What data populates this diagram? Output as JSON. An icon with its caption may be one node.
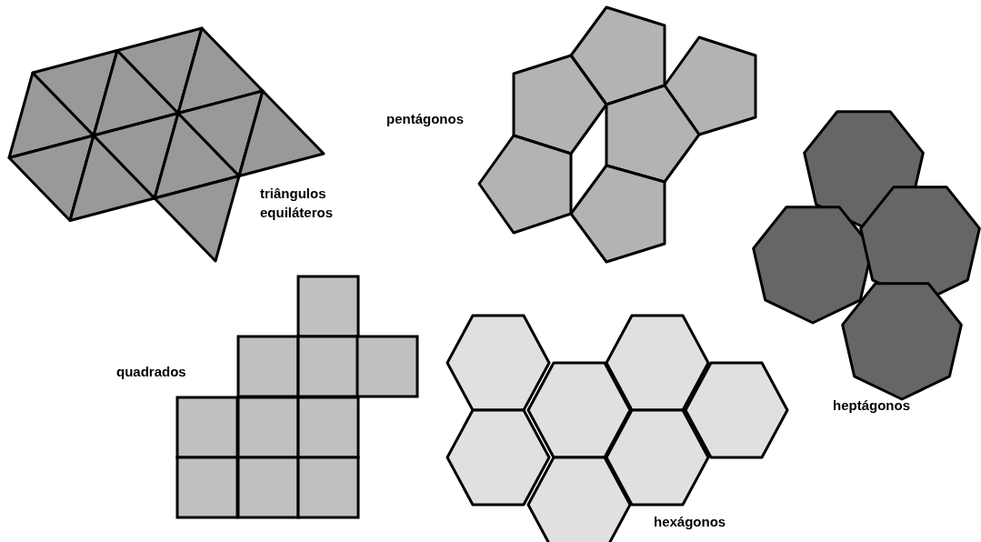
{
  "diagram": {
    "labels": [
      "triângulos equiláteros",
      "pentágonos",
      "quadrados",
      "hexágonos",
      "heptágonos"
    ]
  }
}
